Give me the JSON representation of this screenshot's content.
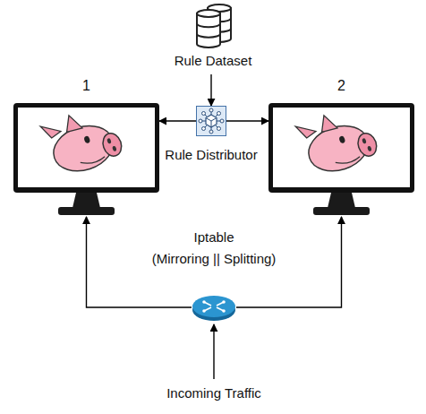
{
  "diagram": {
    "nodes": [
      {
        "text": [
          "Rule Dataset"
        ]
      },
      {
        "text": [
          "1"
        ]
      },
      {
        "text": [
          "Rule Distributor"
        ]
      },
      {
        "text": [
          "2"
        ]
      },
      {
        "text": [
          "Iptable",
          "(Mirroring || Splitting)"
        ]
      }
    ],
    "edges": [
      {
        "from": 0,
        "to": 2,
        "arrow": "to"
      },
      {
        "from": 2,
        "to": 1,
        "arrow": "to"
      },
      {
        "from": 2,
        "to": 3,
        "arrow": "to"
      },
      {
        "from": 4,
        "to": 1,
        "arrow": "to"
      },
      {
        "from": 4,
        "to": 3,
        "arrow": "to"
      }
    ],
    "labels": [
      "Incoming Traffic"
    ]
  }
}
